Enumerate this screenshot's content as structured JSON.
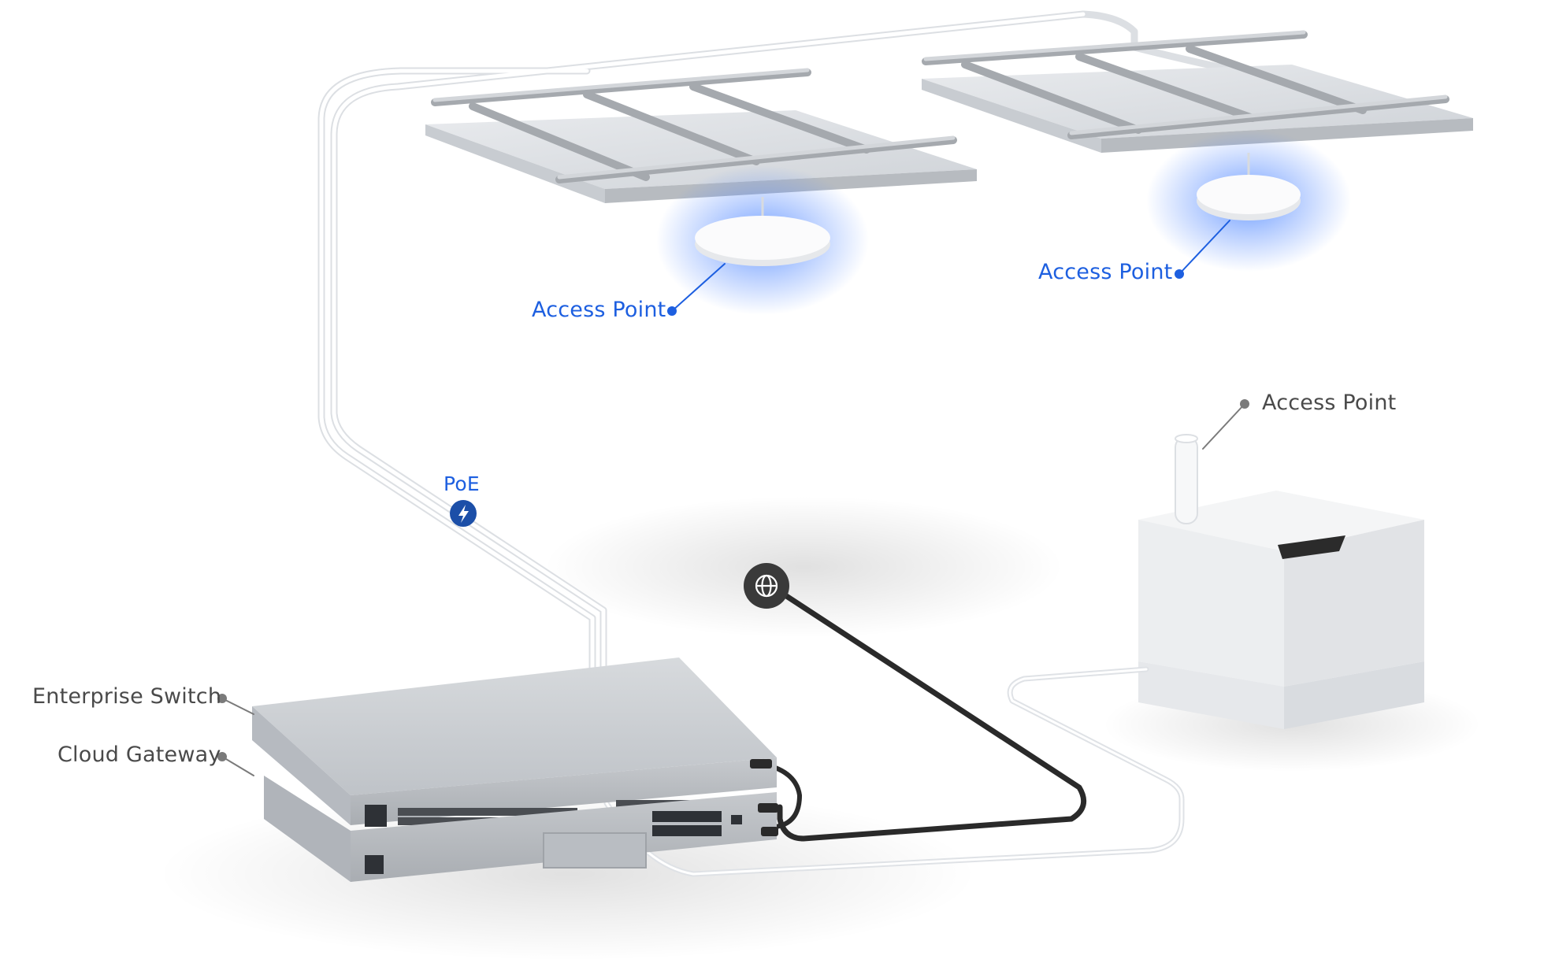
{
  "labels": {
    "access_point_1": "Access Point",
    "access_point_2": "Access Point",
    "access_point_3": "Access Point",
    "enterprise_switch": "Enterprise Switch",
    "cloud_gateway": "Cloud Gateway",
    "poe": "PoE"
  },
  "icons": {
    "poe": "lightning-bolt-icon",
    "internet": "globe-icon"
  },
  "colors": {
    "accent_blue": "#1d5fe0",
    "poe_badge": "#1c4fa8",
    "label_gray": "#4a4a4a",
    "connector_gray": "#7a7a7a",
    "ap_glow": "#3a7bff",
    "internet_badge": "#3a3a3a",
    "cable_dark": "#2a2a2a"
  }
}
